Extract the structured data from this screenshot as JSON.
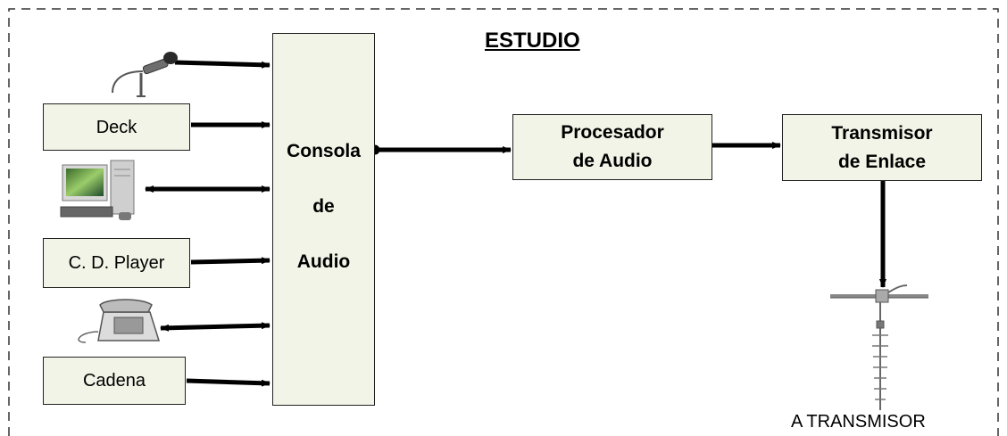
{
  "diagram": {
    "title": "ESTUDIO",
    "console": {
      "line1": "Consola",
      "line2": "de",
      "line3": "Audio"
    },
    "sources": {
      "deck": "Deck",
      "cd_player": "C. D. Player",
      "cadena": "Cadena"
    },
    "processor": {
      "line1": "Procesador",
      "line2": "de Audio"
    },
    "link_transmitter": {
      "line1": "Transmisor",
      "line2": "de Enlace"
    },
    "output_caption": "A TRANSMISOR",
    "icons": [
      "microphone-icon",
      "computer-icon",
      "telephone-icon",
      "antenna-icon"
    ],
    "colors": {
      "box_fill": "#f1f4e6",
      "stroke": "#000000"
    }
  }
}
